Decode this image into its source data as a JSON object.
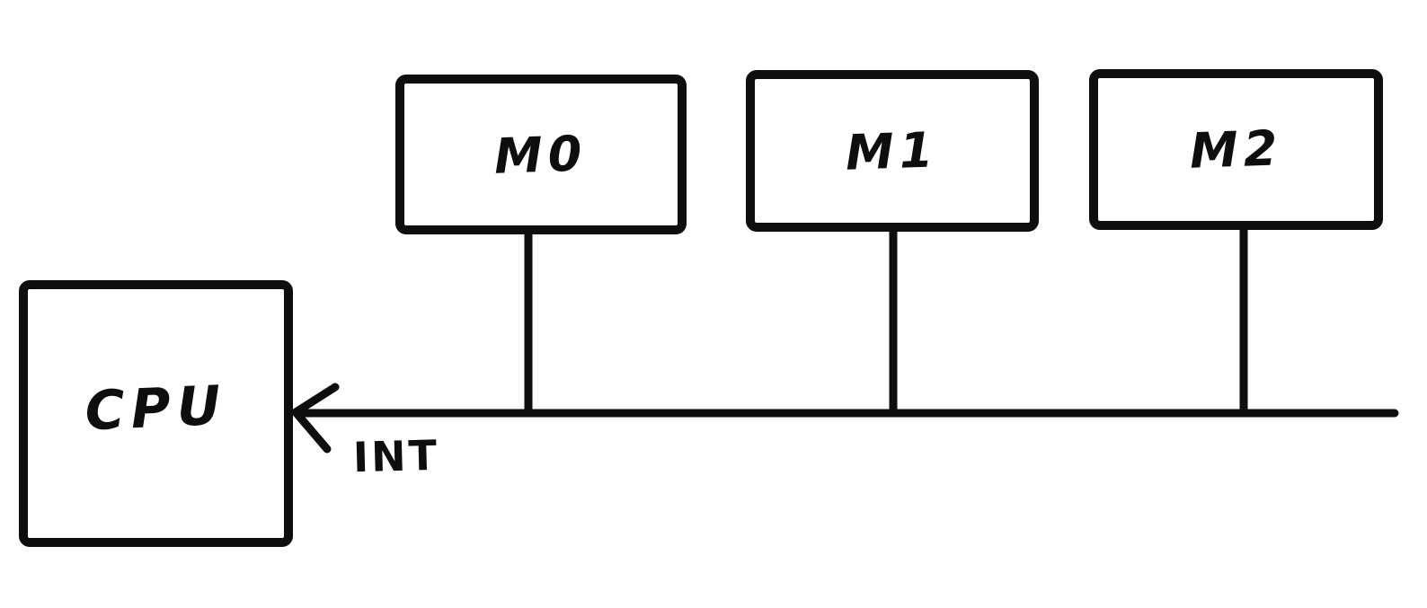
{
  "page": {
    "background_color": "#ffffff",
    "ink_color": "#0e0e0e"
  },
  "diagram": {
    "description": "Hand-drawn sketch of a CPU receiving a shared interrupt line from three modules",
    "cpu": {
      "label": "CPU"
    },
    "modules": [
      {
        "label": "M0"
      },
      {
        "label": "M1"
      },
      {
        "label": "M2"
      }
    ],
    "interrupt_line": {
      "label": "INT"
    }
  }
}
